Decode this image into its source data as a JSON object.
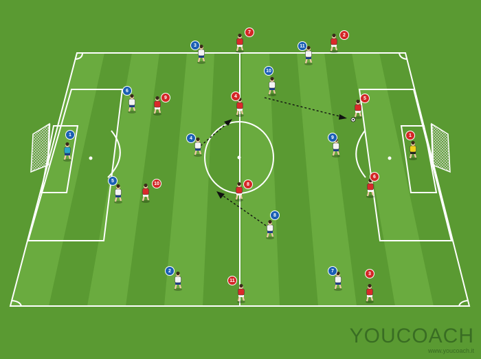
{
  "diagram": {
    "colors": {
      "grass": "#5a9a32",
      "stripe_light": "#6aab3f",
      "lines": "#ffffff",
      "team_blue": "#1a5fb4",
      "team_red": "#d32626",
      "shirt_white": "#f4f4f4",
      "shirt_red": "#d92a2a",
      "arrow": "#111111"
    },
    "teams": {
      "blue": [
        {
          "number": "1",
          "role": "goalkeeper"
        },
        {
          "number": "2"
        },
        {
          "number": "3"
        },
        {
          "number": "4"
        },
        {
          "number": "5"
        },
        {
          "number": "6"
        },
        {
          "number": "7"
        },
        {
          "number": "8"
        },
        {
          "number": "9"
        },
        {
          "number": "10"
        },
        {
          "number": "11"
        }
      ],
      "red": [
        {
          "number": "1",
          "role": "goalkeeper"
        },
        {
          "number": "2"
        },
        {
          "number": "3"
        },
        {
          "number": "4"
        },
        {
          "number": "5"
        },
        {
          "number": "6"
        },
        {
          "number": "7"
        },
        {
          "number": "8"
        },
        {
          "number": "9"
        },
        {
          "number": "10"
        },
        {
          "number": "11"
        }
      ]
    },
    "movements": [
      {
        "from": "blue-4",
        "style": "dashed",
        "type": "pass"
      },
      {
        "from": "blue-10",
        "style": "dashed",
        "type": "pass"
      },
      {
        "from": "blue-8",
        "style": "dashed",
        "type": "pass"
      }
    ],
    "ball_holder": "red-5"
  },
  "brand": {
    "name": "YOUCOACH",
    "url": "www.youcoach.it"
  }
}
